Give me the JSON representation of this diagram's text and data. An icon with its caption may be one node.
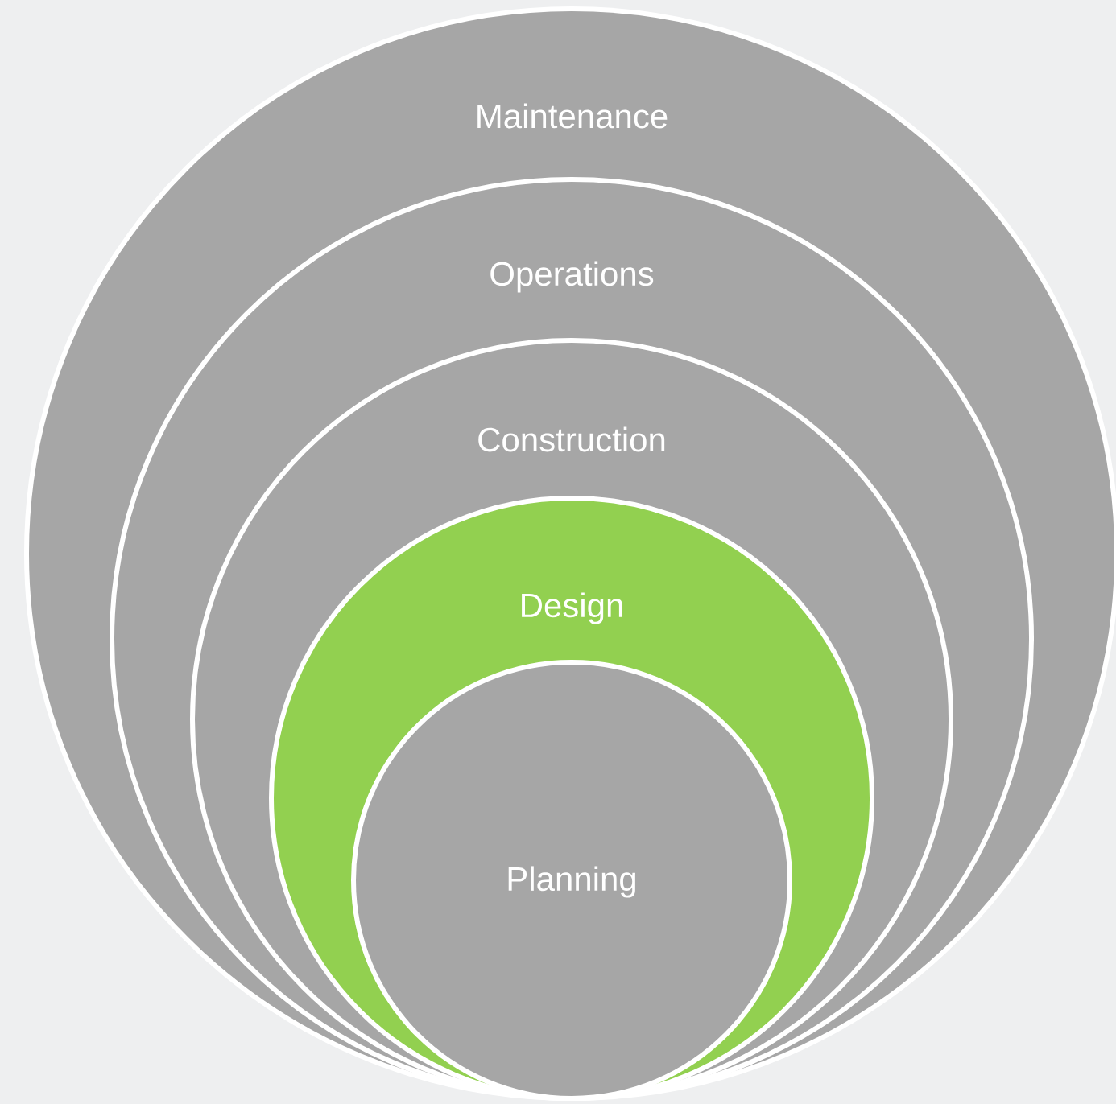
{
  "diagram": {
    "nodes": [
      {
        "text": [
          "Maintenance"
        ]
      },
      {
        "text": [
          "Operations"
        ],
        "in": 0
      },
      {
        "text": [
          "Construction"
        ],
        "in": 1
      },
      {
        "text": [
          "Design"
        ],
        "in": 2
      },
      {
        "text": [
          "Planning"
        ],
        "in": 3
      }
    ]
  }
}
